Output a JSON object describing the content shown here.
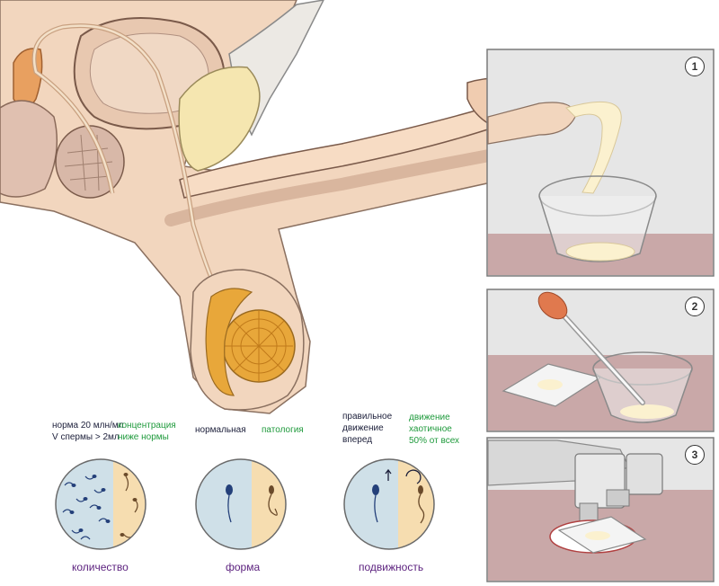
{
  "colors": {
    "skin": "#f2d6be",
    "skin_dark": "#e0b79a",
    "outline": "#6a6a6a",
    "testis": "#e8a73a",
    "gland": "#f5e6b0",
    "bladder": "#e8c8b0",
    "panel_wall": "#e6e6e6",
    "panel_floor": "#c9a8a8",
    "semen": "#fbf1cf",
    "circle_left": "#cfe0e8",
    "circle_right": "#f6ddb0",
    "label_dark": "#1c1f3a",
    "label_green": "#1f9a3c",
    "label_purple": "#5a1f7d"
  },
  "panels": [
    {
      "number": "1",
      "icon": "cup-collection-icon"
    },
    {
      "number": "2",
      "icon": "pipette-slide-icon"
    },
    {
      "number": "3",
      "icon": "microscope-icon"
    }
  ],
  "groups": {
    "quantity": {
      "normal_label": "норма 20 млн/мл\nV спермы > 2мл",
      "patho_label": "концентрация\nниже нормы",
      "caption": "количество"
    },
    "form": {
      "normal_label": "нормальная",
      "patho_label": "патология",
      "caption": "форма"
    },
    "motility": {
      "normal_label": "правильное\nдвижение\nвперед",
      "patho_label": "движение\nхаотичное\n50% от всех",
      "caption": "подвижность"
    }
  }
}
